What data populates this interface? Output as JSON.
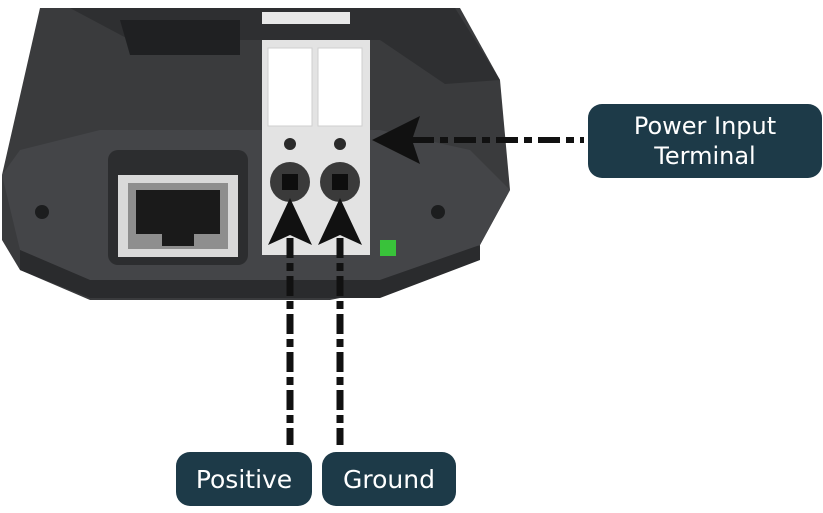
{
  "labels": {
    "power_input": "Power Input\nTerminal",
    "positive": "Positive",
    "ground": "Ground"
  },
  "colors": {
    "label_bg": "#1d3a48",
    "label_text": "#ffffff",
    "device_body": "#3a3b3d",
    "terminal_block": "#dcdcdc",
    "led": "#39c23a",
    "arrow": "#111111"
  },
  "icons": {
    "device": "network-device-illustration",
    "ethernet_port": "rj45-port-icon",
    "status_led": "green-led-icon"
  }
}
